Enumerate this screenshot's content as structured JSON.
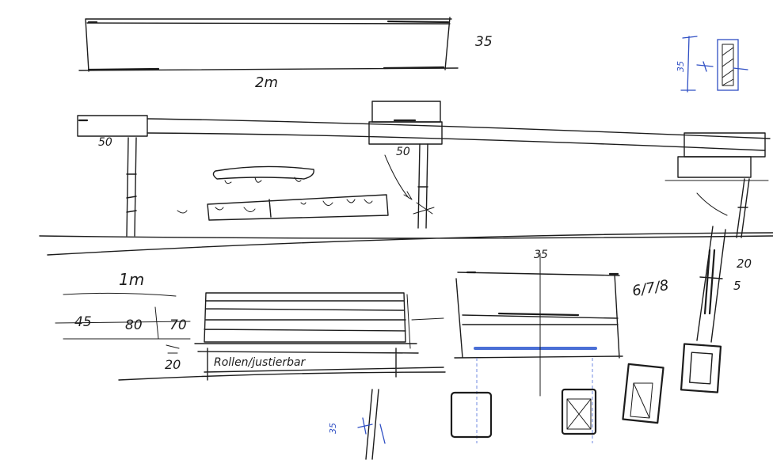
{
  "labels": {
    "top_dim_35": "35",
    "top_length_2m": "2m",
    "dim_50_left": "50",
    "dim_50_mid": "50",
    "mid_dim_35": "35",
    "dim_6_7_8": "6/7/8",
    "dim_20_right": "20",
    "dim_5_right": "5",
    "length_1m": "1m",
    "dim_45": "45",
    "dim_80": "80",
    "dim_70": "70",
    "dim_20_left": "20",
    "note_rollen": "Rollen/justierbar",
    "blue_dim_bottom": "35",
    "blue_dim_top": "35"
  },
  "colors": {
    "ink": "#1c1c1c",
    "blue_pen": "#2f4fc4",
    "paper": "#ffffff"
  }
}
